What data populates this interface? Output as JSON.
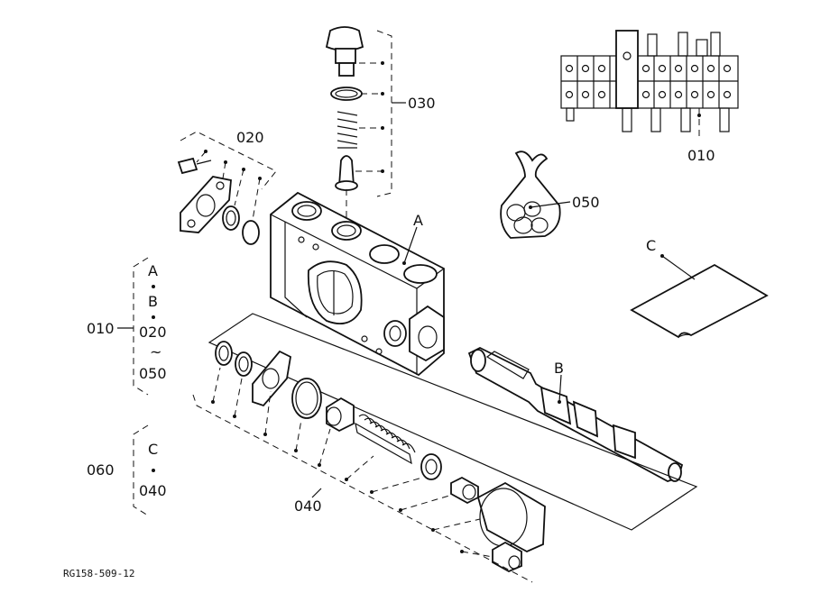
{
  "labels": {
    "p010_top": "010",
    "p020": "020",
    "p030": "030",
    "p040": "040",
    "p050": "050",
    "p010_left": "010",
    "p060": "060",
    "callout_a": "A",
    "callout_b": "B",
    "callout_c": "C"
  },
  "legend_010": {
    "line1": "A",
    "line2": "B",
    "line3": "020",
    "tilde": "~",
    "line4": "050"
  },
  "legend_060": {
    "line1": "C",
    "line2": "040"
  },
  "drawing_ref": "RG158-509-12"
}
